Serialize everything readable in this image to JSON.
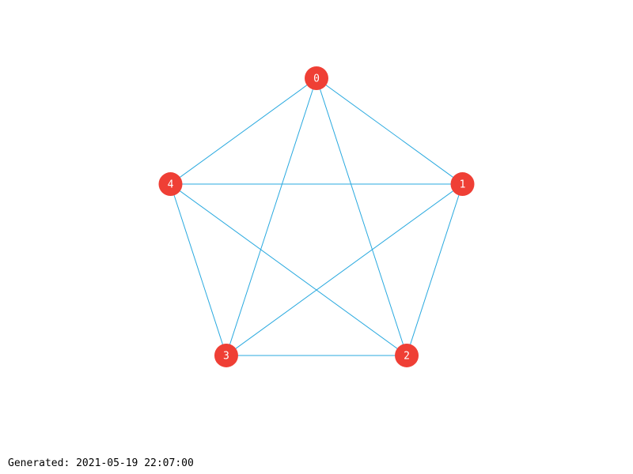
{
  "graph": {
    "nodes": [
      {
        "id": 0,
        "label": "0"
      },
      {
        "id": 1,
        "label": "1"
      },
      {
        "id": 2,
        "label": "2"
      },
      {
        "id": 3,
        "label": "3"
      },
      {
        "id": 4,
        "label": "4"
      }
    ],
    "edges": [
      [
        0,
        1
      ],
      [
        0,
        2
      ],
      [
        0,
        3
      ],
      [
        0,
        4
      ],
      [
        1,
        2
      ],
      [
        1,
        3
      ],
      [
        1,
        4
      ],
      [
        2,
        3
      ],
      [
        2,
        4
      ],
      [
        3,
        4
      ]
    ],
    "colors": {
      "node": "#ef3f35",
      "edge": "#29a9df",
      "label": "#ffffff"
    }
  },
  "footer": {
    "generated_label": "Generated:",
    "generated_value": "2021-05-19 22:07:00"
  }
}
